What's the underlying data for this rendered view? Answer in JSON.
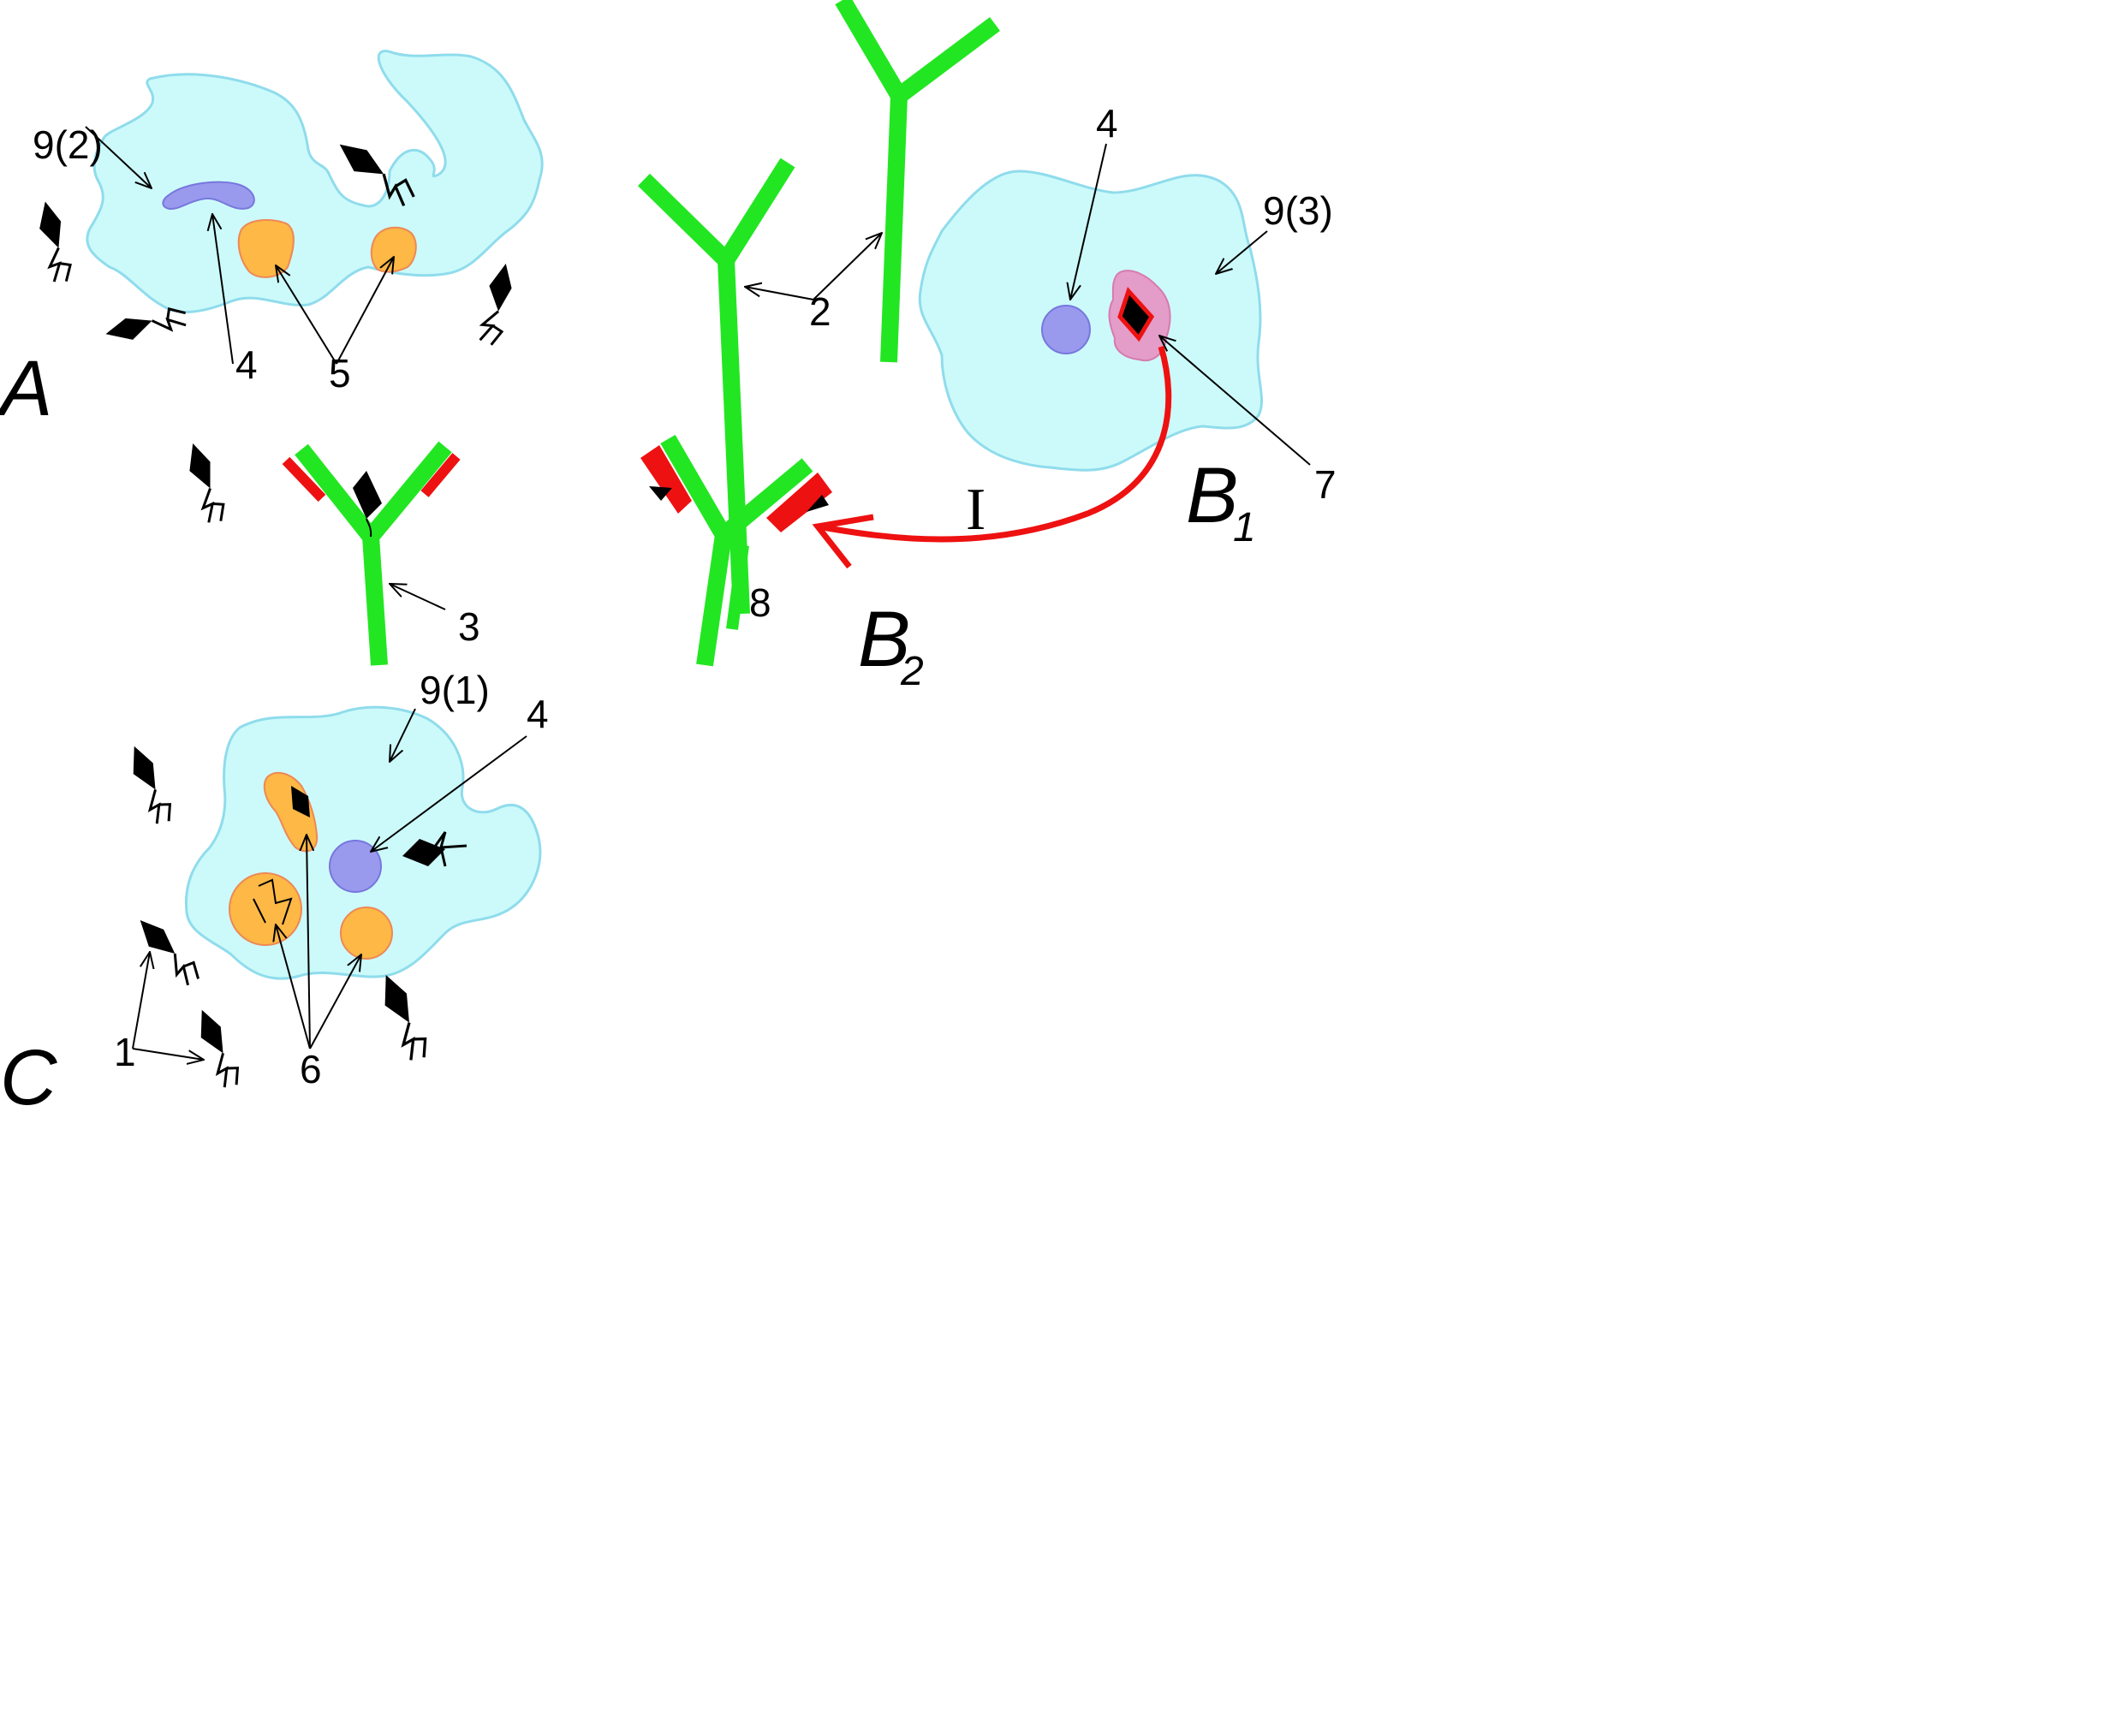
{
  "labels": {
    "panel_a": "A",
    "panel_b1": "B",
    "panel_b1_sub": "1",
    "panel_b2": "B",
    "panel_b2_sub": "2",
    "panel_c": "C",
    "label_1": "1",
    "label_2": "2",
    "label_3": "3",
    "label_4_a": "4",
    "label_4_b1": "4",
    "label_4_c": "4",
    "label_5": "5",
    "label_6": "6",
    "label_7": "7",
    "label_8": "8",
    "label_9_1": "9(1)",
    "label_9_2": "9(2)",
    "label_9_3": "9(3)",
    "roman_one": "I"
  },
  "colors": {
    "cell_fill": "#ccfafa",
    "cell_stroke": "#8fdcec",
    "nucleus": "#9999ee",
    "granule": "#fdb846",
    "granule_stroke": "#ee8855",
    "antibody": "#22e622",
    "red": "#ee1111",
    "phagosome": "#e49cc8",
    "antigen": "#000000"
  }
}
